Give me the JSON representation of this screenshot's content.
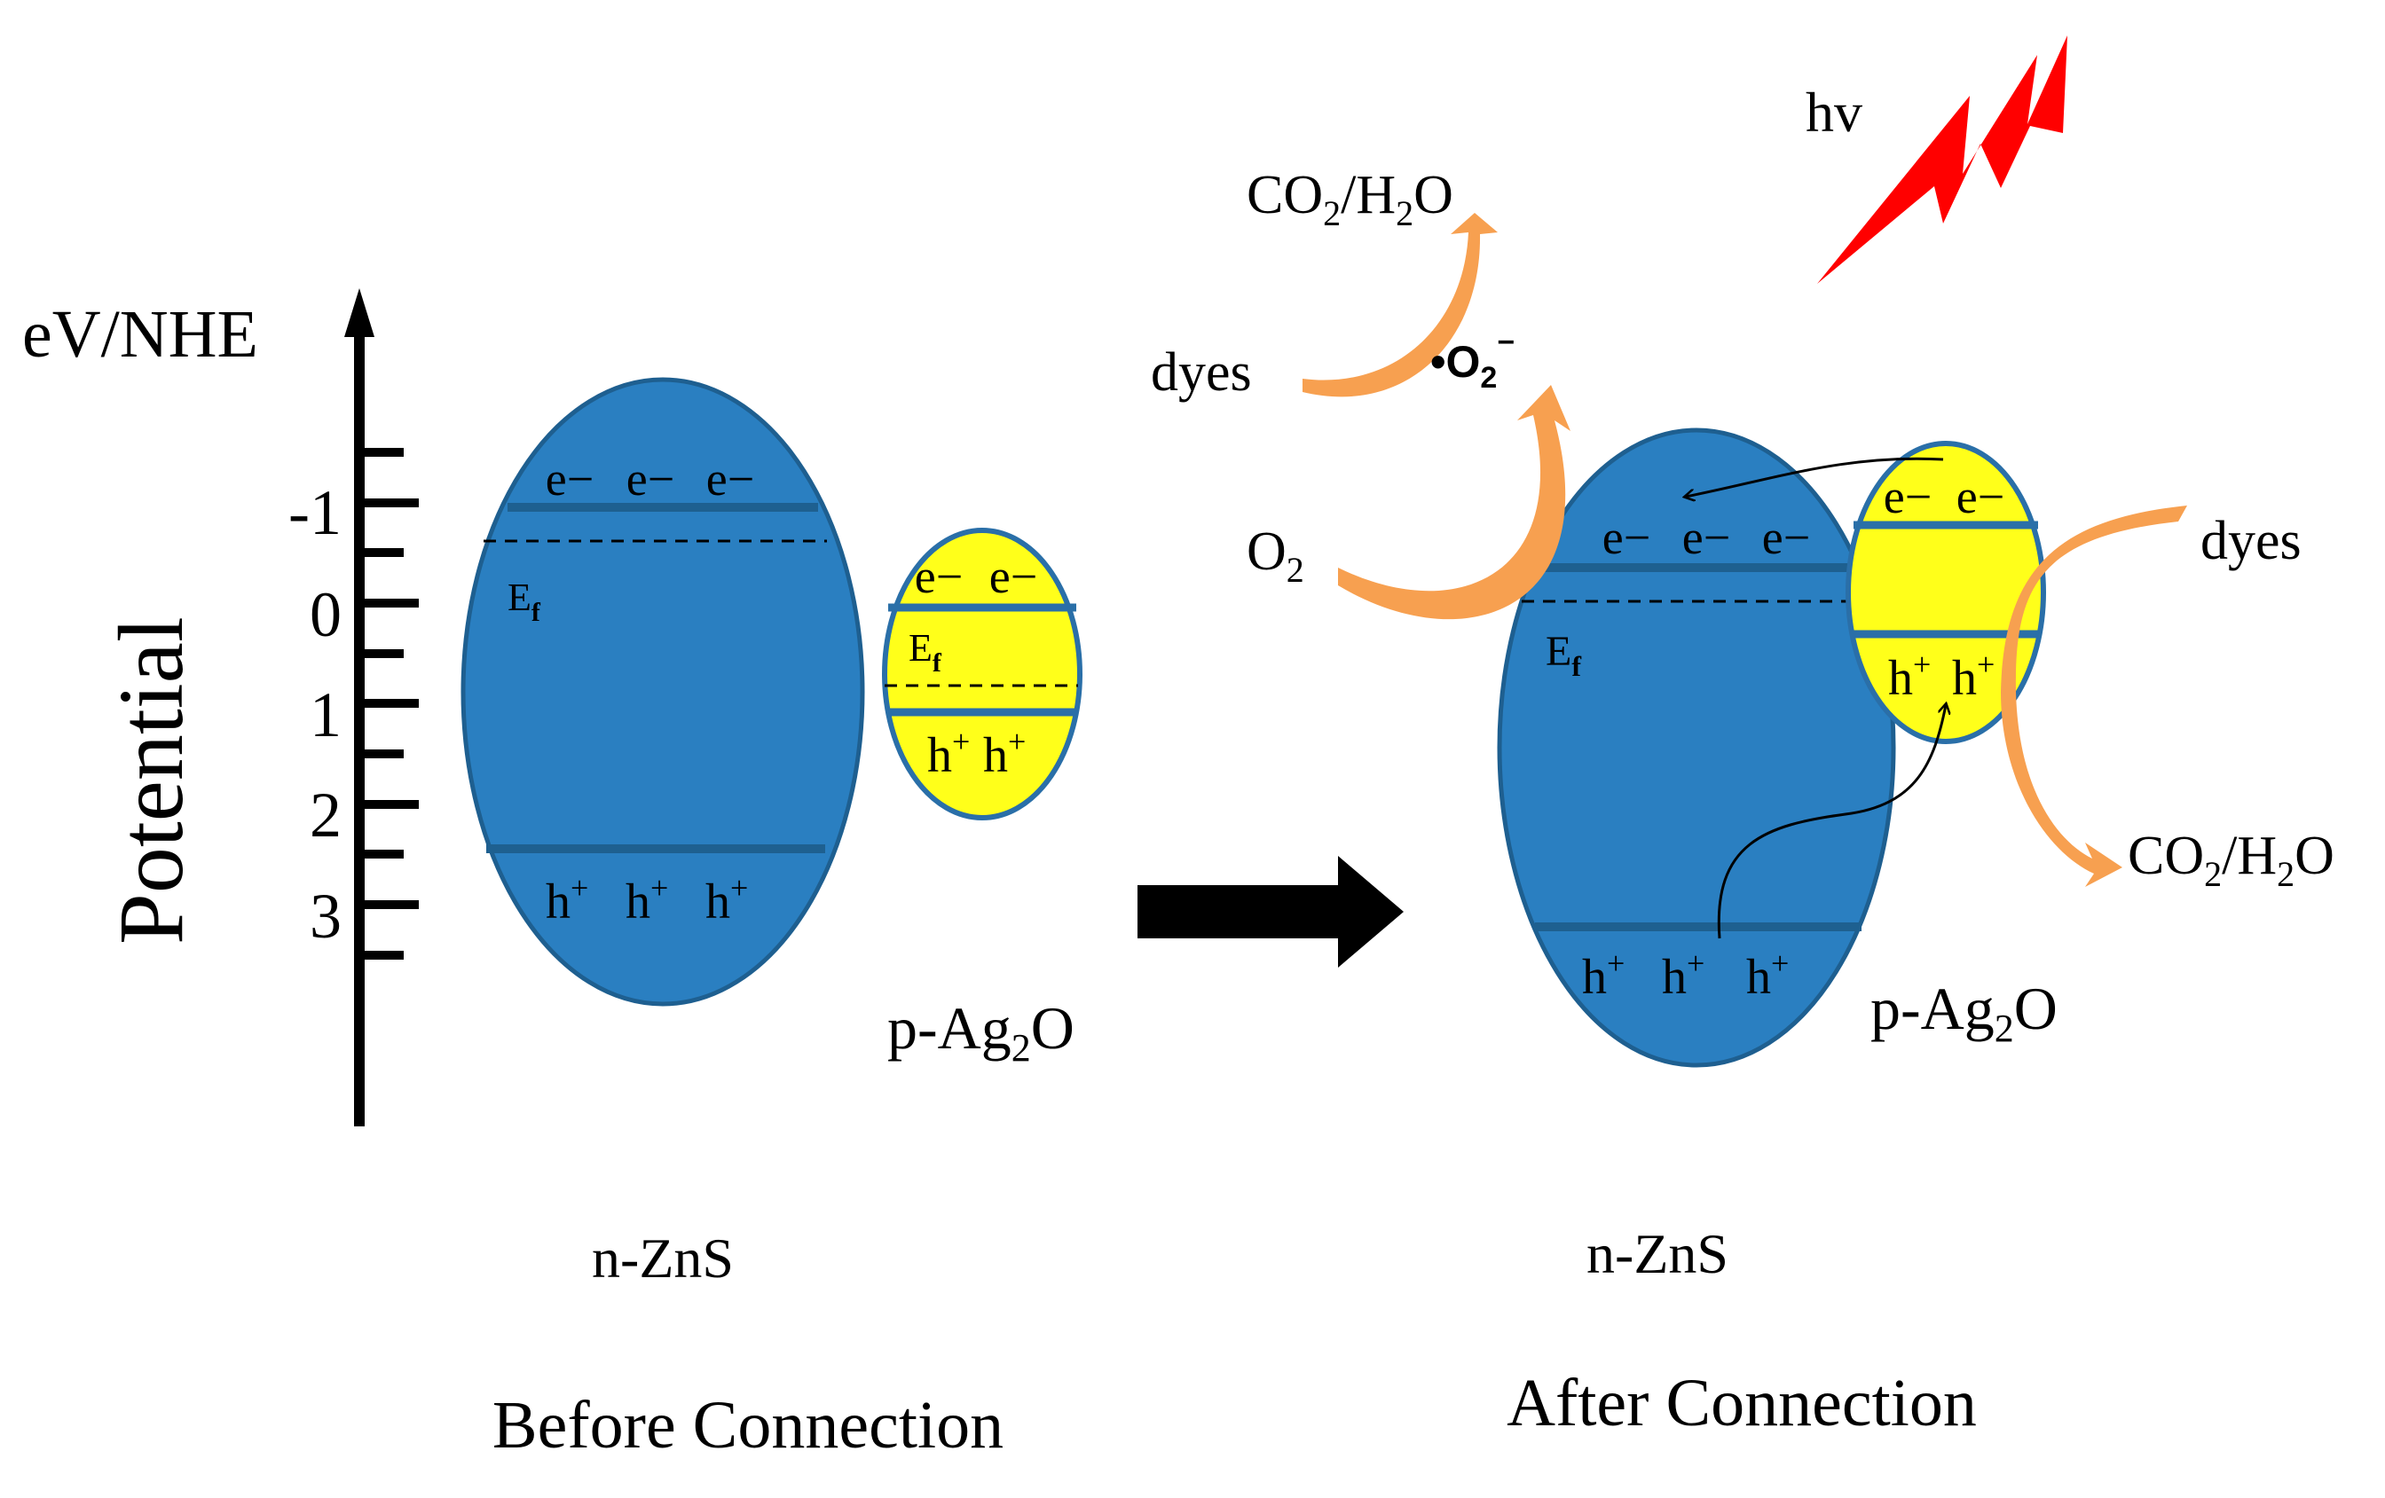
{
  "axis": {
    "unit_label": "eV/NHE",
    "title": "Potential",
    "ticks": [
      "-1",
      "0",
      "1",
      "2",
      "3"
    ]
  },
  "before": {
    "zns_label": "n-ZnS",
    "ag2o_label_main": "p-Ag",
    "ag2o_label_sub": "2",
    "ag2o_label_end": "O",
    "zns_electrons": [
      "e−",
      "e−",
      "e−"
    ],
    "zns_holes": [
      "h",
      "h",
      "h"
    ],
    "hole_sup": "+",
    "ag2o_electrons": [
      "e−",
      "e−"
    ],
    "ag2o_holes": [
      "h",
      "h"
    ],
    "fermi_main": "E",
    "fermi_sub": "f",
    "caption": "Before Connection"
  },
  "after": {
    "zns_label": "n-ZnS",
    "ag2o_label_main": "p-Ag",
    "ag2o_label_sub": "2",
    "ag2o_label_end": "O",
    "zns_electrons": [
      "e−",
      "e−",
      "e−"
    ],
    "zns_holes": [
      "h",
      "h",
      "h"
    ],
    "ag2o_electrons": [
      "e−",
      "e−"
    ],
    "ag2o_holes": [
      "h",
      "h"
    ],
    "fermi_main": "E",
    "fermi_sub": "f",
    "caption": "After Connection"
  },
  "reactions": {
    "light": "hv",
    "co2_main": "CO",
    "co2_sub": "2",
    "h2o_main": "/H",
    "h2o_sub": "2",
    "h2o_end": "O",
    "dyes": "dyes",
    "o2_main": "O",
    "o2_sub": "2",
    "superoxide_dot": "•",
    "superoxide_main": "O",
    "superoxide_sub": "2",
    "superoxide_sup": "−"
  },
  "colors": {
    "zns_fill": "#2a7fc1",
    "zns_stroke": "#1e5f90",
    "ag2o_fill": "#ffff1a",
    "ag2o_stroke": "#2a6fa8",
    "band_line": "#1e6090",
    "arrow_orange": "#f7a050",
    "lightning": "#ff0000"
  },
  "icons": [
    "lightning-bolt-icon",
    "right-arrow-icon",
    "up-arrow-icon"
  ]
}
